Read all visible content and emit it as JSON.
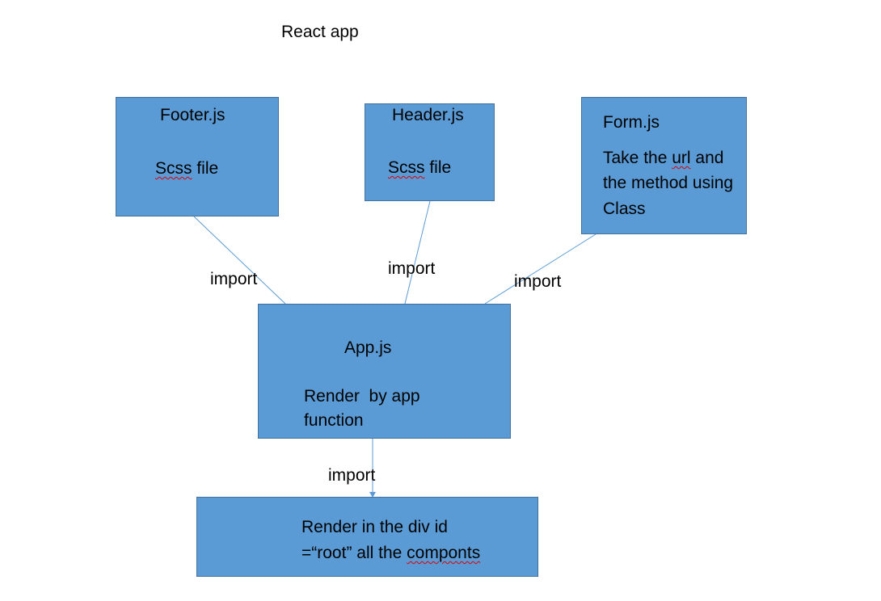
{
  "diagram": {
    "title": "React app",
    "boxes": {
      "footer": {
        "title": "Footer.js",
        "line1": "Scss",
        "line1_rest": " file"
      },
      "header": {
        "title": "Header.js",
        "line1": "Scss",
        "line1_rest": " file"
      },
      "form": {
        "title": "Form.js",
        "line1_pre": "Take the ",
        "line1_squig": "url",
        "line1_post": " and",
        "line2": "the method using",
        "line3": "Class"
      },
      "app": {
        "title": "App.js",
        "line1": "Render  by app",
        "line2": "function"
      },
      "root": {
        "line1": "Render in the div id",
        "line2_pre": "=“root” all the ",
        "line2_squig": "componts"
      }
    },
    "edge_labels": {
      "footer_to_app": "import",
      "header_to_app": "import",
      "form_to_app": "import",
      "app_to_root": "import"
    },
    "colors": {
      "box_fill": "#5b9bd5",
      "box_border": "#41719c",
      "connector": "#5b9bd5",
      "spellcheck_underline": "#e00000"
    }
  }
}
